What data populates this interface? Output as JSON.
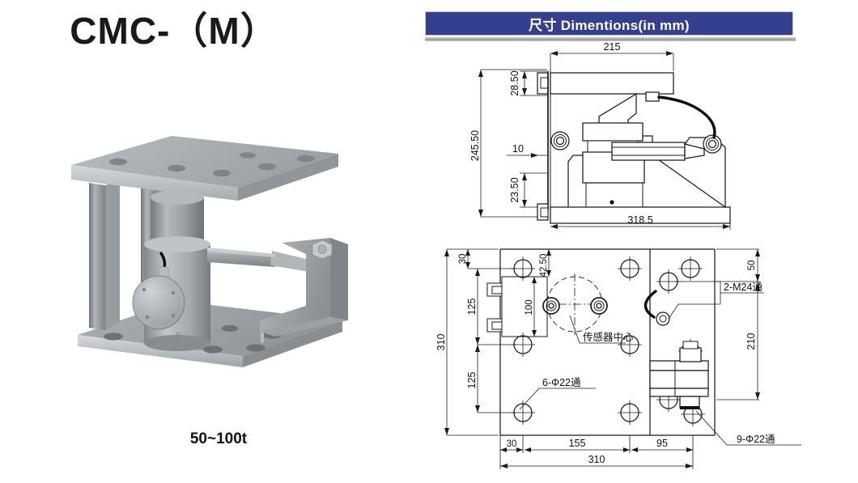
{
  "product": {
    "model_title": "CMC-（M）",
    "capacity": "50~100t",
    "photo_alt": "weighing-module-assembly"
  },
  "banner": {
    "title": "尺寸 Dimentions(in mm)",
    "bg_color": "#34408d",
    "text_color": "#ffffff"
  },
  "drawings": {
    "side_view": {
      "name": "side-elevation-view",
      "dimensions": {
        "top_width": "215",
        "overall_height": "245.50",
        "top_plate_thickness": "28.50",
        "mid_offset": "10",
        "base_plate_thickness": "23.50",
        "overall_width": "318.5"
      }
    },
    "plan_view": {
      "name": "plan-top-view",
      "dimensions": {
        "left_overall": "310",
        "left_edge": "30",
        "left_span_1": "125",
        "left_span_2": "125",
        "inner_offset": "42.50",
        "bolt_circle": "100",
        "right_top": "50",
        "right_span": "210",
        "bottom_1": "30",
        "bottom_2": "155",
        "bottom_3": "95",
        "bottom_overall": "310"
      },
      "callouts": {
        "sensor_center": "传感器中心",
        "thread_2_m24": "2-M24通",
        "holes_6_d22": "6-Φ22通",
        "holes_9_d22": "9-Φ22通"
      }
    }
  }
}
